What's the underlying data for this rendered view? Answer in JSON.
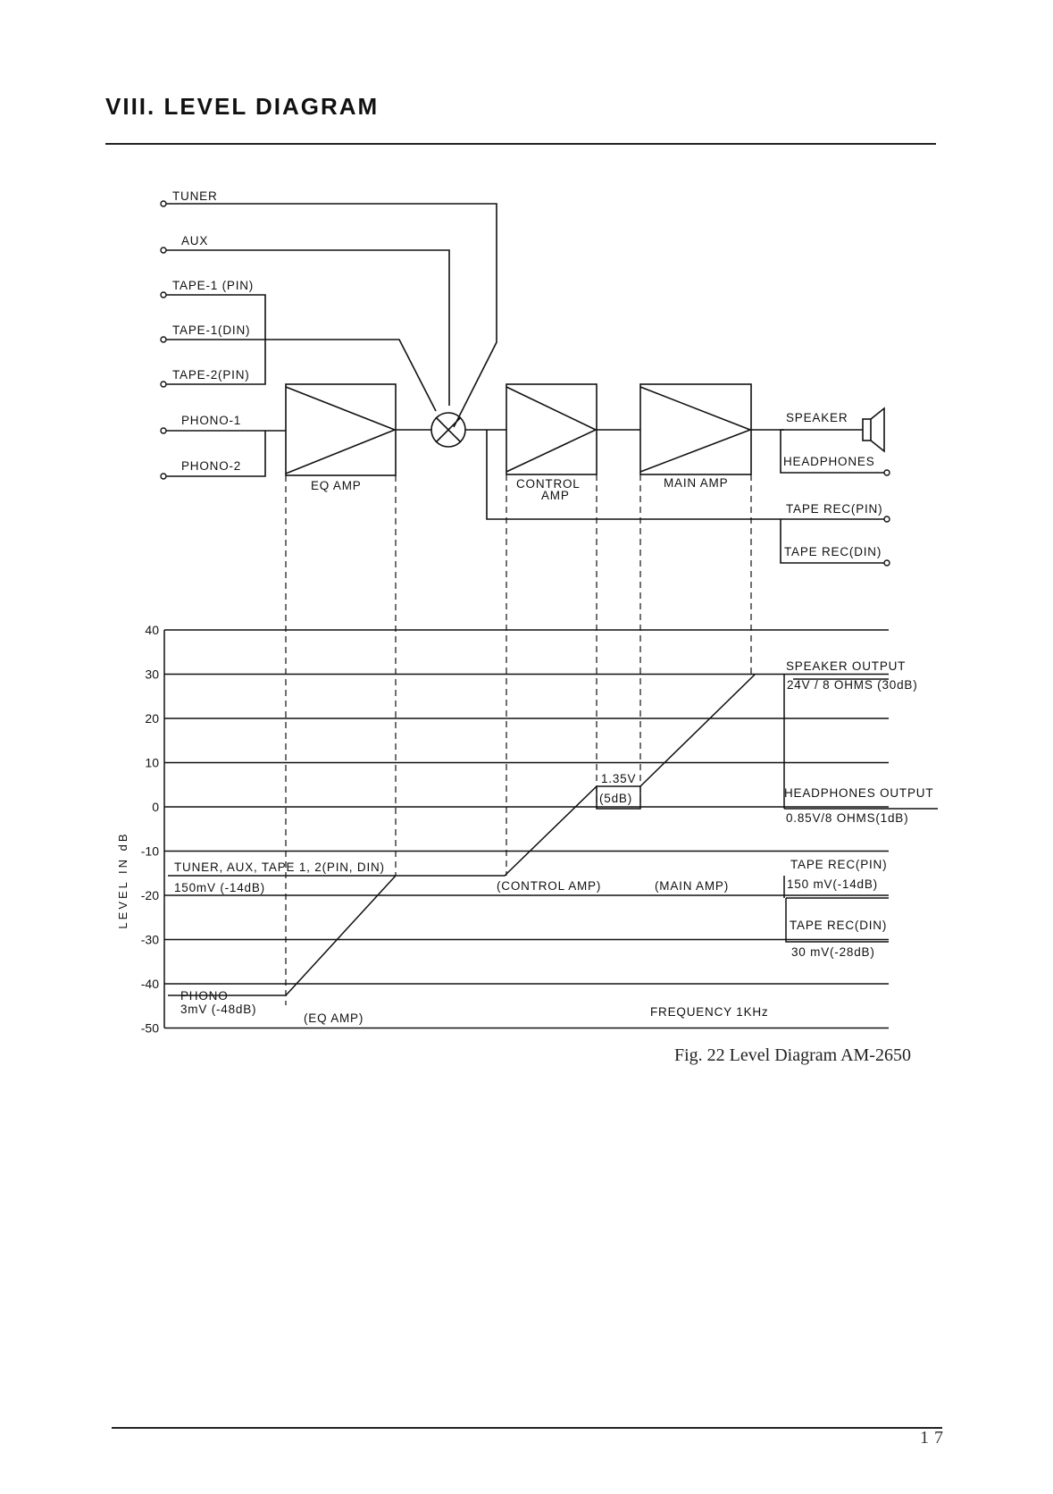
{
  "heading": "VIII.  LEVEL  DIAGRAM",
  "inputs": [
    "TUNER",
    "AUX",
    "TAPE-1 (PIN)",
    "TAPE-1(DIN)",
    "TAPE-2(PIN)",
    "PHONO-1",
    "PHONO-2"
  ],
  "amps": {
    "eq": "EQ  AMP",
    "control_line1": "CONTROL",
    "control_line2": "AMP",
    "main": "MAIN  AMP"
  },
  "outputs": [
    "SPEAKER",
    "HEADPHONES",
    "TAPE REC(PIN)",
    "TAPE REC(DIN)"
  ],
  "axis": {
    "label": "LEVEL  IN  dB",
    "ticks": [
      "40",
      "30",
      "20",
      "10",
      "0",
      "-10",
      "-20",
      "-30",
      "-40",
      "-50"
    ]
  },
  "level_labels": {
    "line_in_1": "TUNER, AUX, TAPE 1, 2(PIN, DIN)",
    "line_in_2": "150mV (-14dB)",
    "phono_1": "PHONO",
    "phono_2": "3mV (-48dB)",
    "eq_amp": "(EQ  AMP)",
    "control_amp": "(CONTROL  AMP)",
    "main_amp": "(MAIN  AMP)",
    "mid_1": "1.35V",
    "mid_2": "(5dB)",
    "frequency": "FREQUENCY  1KHz",
    "speaker_out_1": "SPEAKER  OUTPUT",
    "speaker_out_2": "24V / 8 OHMS (30dB)",
    "hp_out_1": "HEADPHONES  OUTPUT",
    "hp_out_2": "0.85V/8 OHMS(1dB)",
    "tape_pin_1": "TAPE  REC(PIN)",
    "tape_pin_2": "150 mV(-14dB)",
    "tape_din_1": "TAPE  REC(DIN)",
    "tape_din_2": "30 mV(-28dB)"
  },
  "caption": "Fig. 22  Level Diagram AM-2650",
  "page_number": "17"
}
